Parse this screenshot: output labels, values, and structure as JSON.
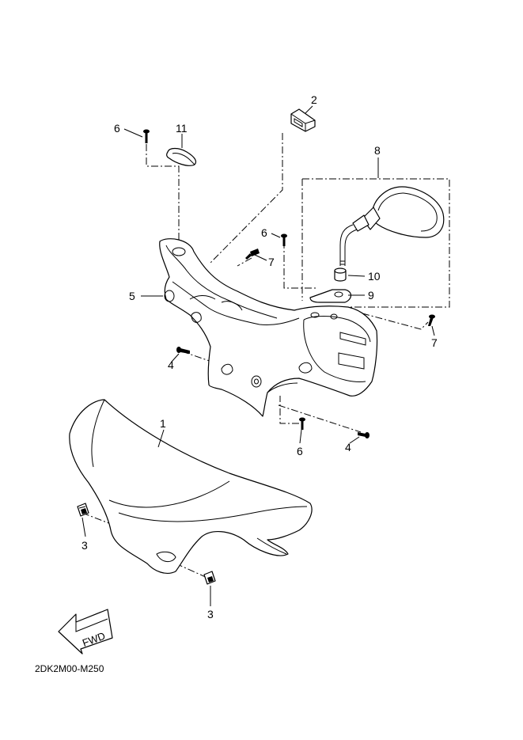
{
  "callouts": {
    "c1": "1",
    "c2": "2",
    "c3a": "3",
    "c3b": "3",
    "c4a": "4",
    "c4b": "4",
    "c5": "5",
    "c6a": "6",
    "c6b": "6",
    "c6c": "6",
    "c7a": "7",
    "c7b": "7",
    "c8": "8",
    "c9": "9",
    "c10": "10",
    "c11": "11"
  },
  "fwd_label": "FWD",
  "diagram_code": "2DK2M00-M250"
}
